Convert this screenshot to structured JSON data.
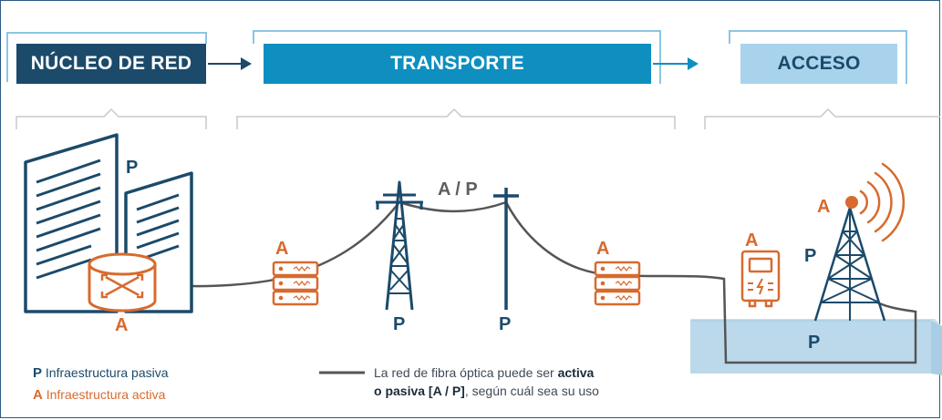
{
  "headers": {
    "nucleo": "NÚCLEO DE RED",
    "transporte": "TRANSPORTE",
    "acceso": "ACCESO"
  },
  "labels": {
    "nucleo_p": "P",
    "router_a": "A",
    "server1_a": "A",
    "tower_p": "P",
    "span_ap": "A / P",
    "pole_p": "P",
    "server2_a": "A",
    "meter_a": "A",
    "antenna_a": "A",
    "antenna_p": "P",
    "ground_p": "P"
  },
  "legend": {
    "p_letter": "P",
    "p_text": "Infraestructura pasiva",
    "a_letter": "A",
    "a_text": "Infraestructura activa"
  },
  "fiber_note": {
    "part1": "La red de fibra óptica puede ser ",
    "bold1": "activa",
    "bold2": "o pasiva [A / P]",
    "part2": ", según cuál sea su uso"
  },
  "colors": {
    "navy": "#1b4a6b",
    "blue": "#0e8fc0",
    "light_blue": "#a9d3ec",
    "orange": "#d86a2e",
    "cable": "#555555"
  }
}
